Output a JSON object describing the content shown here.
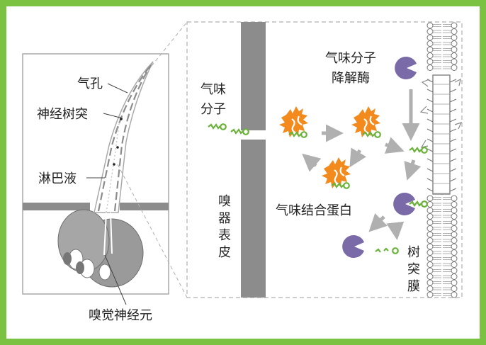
{
  "colors": {
    "frame_green": "#7cc242",
    "gray_dark": "#8c8c8c",
    "gray_mid": "#a8a8a8",
    "gray_light": "#dcdcdc",
    "orange": "#f28a1e",
    "purple": "#7a6aa8",
    "molecule_green": "#6ab23a",
    "text": "#222222"
  },
  "left_panel": {
    "labels": {
      "stoma": "气孔",
      "dendrite": "神经树突",
      "lymph": "淋巴液",
      "neuron": "嗅觉神经元"
    }
  },
  "right_panel": {
    "labels": {
      "odorant_line1": "气味",
      "odorant_line2": "分子",
      "enzyme_line1": "气味分子",
      "enzyme_line2": "降解酶",
      "binding_protein": "气味结合蛋白",
      "skin": [
        "嗅",
        "器",
        "表",
        "皮"
      ],
      "membrane": [
        "树",
        "突",
        "膜"
      ]
    }
  },
  "icons": [
    "odorant-molecule-icon",
    "binding-protein-icon",
    "enzyme-icon",
    "arrow-icon"
  ]
}
